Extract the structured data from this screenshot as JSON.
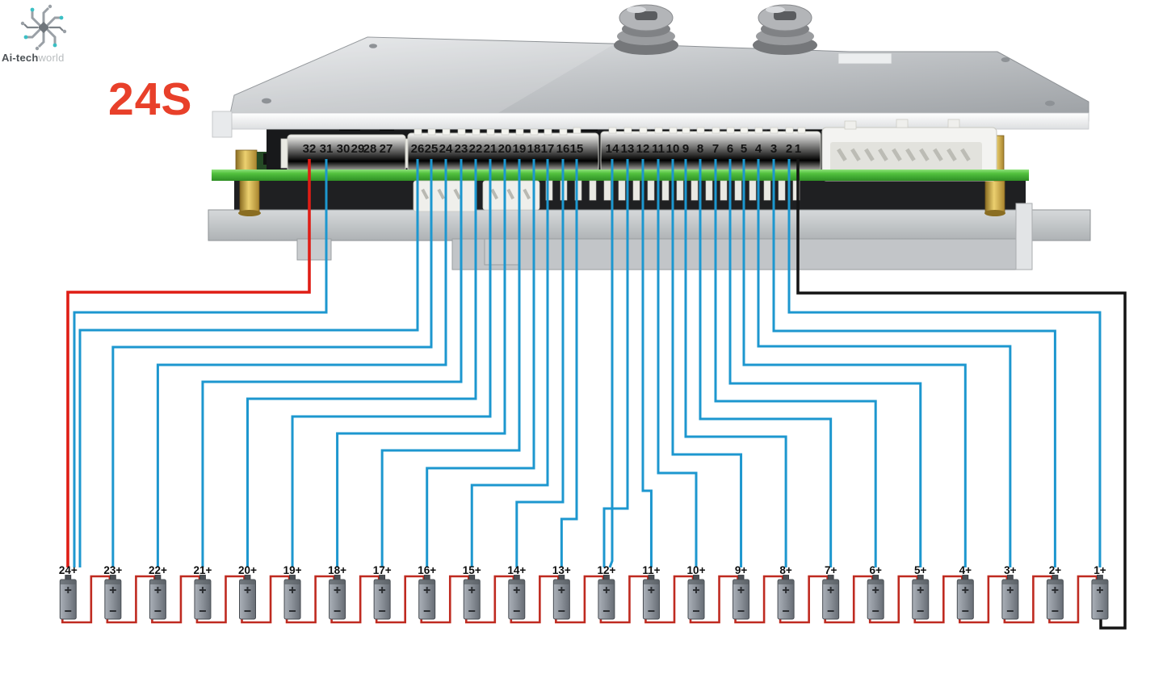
{
  "brand": {
    "name_bold": "Ai-tech",
    "name_light": "world"
  },
  "pack_label": "24S",
  "wire_colors": {
    "sense": "#1d97cf",
    "positive": "#df1d15",
    "series": "#bf2a20",
    "negative": "#141414"
  },
  "board": {
    "pin_groups": [
      {
        "name": "group-32-27",
        "labels": [
          "32",
          "31",
          "30",
          "29",
          "28",
          "27"
        ]
      },
      {
        "name": "group-26-15",
        "labels": [
          "26",
          "25",
          "24",
          "23",
          "22",
          "21",
          "20",
          "19",
          "18",
          "17",
          "16",
          "15"
        ]
      },
      {
        "name": "group-14-1",
        "labels": [
          "14",
          "13",
          "12",
          "11",
          "10",
          "9",
          "8",
          "7",
          "6",
          "5",
          "4",
          "3",
          "2",
          "1"
        ]
      }
    ]
  },
  "batteries": {
    "labels": [
      "24+",
      "23+",
      "22+",
      "21+",
      "20+",
      "19+",
      "18+",
      "17+",
      "16+",
      "15+",
      "14+",
      "13+",
      "12+",
      "11+",
      "10+",
      "9+",
      "8+",
      "7+",
      "6+",
      "5+",
      "4+",
      "3+",
      "2+",
      "1+"
    ],
    "plus_mark": "+",
    "minus_mark": "-"
  },
  "connections": [
    {
      "pin": "32",
      "to": "24+",
      "color": "positive"
    },
    {
      "pin": "31",
      "to": "24+",
      "color": "sense"
    },
    {
      "pin": "26",
      "to": "24+",
      "color": "sense"
    },
    {
      "pin": "25",
      "to": "23+",
      "color": "sense"
    },
    {
      "pin": "24",
      "to": "22+",
      "color": "sense"
    },
    {
      "pin": "23",
      "to": "21+",
      "color": "sense"
    },
    {
      "pin": "22",
      "to": "20+",
      "color": "sense"
    },
    {
      "pin": "21",
      "to": "19+",
      "color": "sense"
    },
    {
      "pin": "20",
      "to": "18+",
      "color": "sense"
    },
    {
      "pin": "19",
      "to": "17+",
      "color": "sense"
    },
    {
      "pin": "18",
      "to": "16+",
      "color": "sense"
    },
    {
      "pin": "17",
      "to": "15+",
      "color": "sense"
    },
    {
      "pin": "16",
      "to": "14+",
      "color": "sense"
    },
    {
      "pin": "15",
      "to": "13+",
      "color": "sense"
    },
    {
      "pin": "14",
      "to": "12+",
      "color": "sense"
    },
    {
      "pin": "13",
      "to": "12+",
      "color": "sense"
    },
    {
      "pin": "12",
      "to": "11+",
      "color": "sense"
    },
    {
      "pin": "11",
      "to": "10+",
      "color": "sense"
    },
    {
      "pin": "10",
      "to": "9+",
      "color": "sense"
    },
    {
      "pin": "9",
      "to": "8+",
      "color": "sense"
    },
    {
      "pin": "8",
      "to": "7+",
      "color": "sense"
    },
    {
      "pin": "7",
      "to": "6+",
      "color": "sense"
    },
    {
      "pin": "6",
      "to": "5+",
      "color": "sense"
    },
    {
      "pin": "5",
      "to": "4+",
      "color": "sense"
    },
    {
      "pin": "4",
      "to": "3+",
      "color": "sense"
    },
    {
      "pin": "3",
      "to": "2+",
      "color": "sense"
    },
    {
      "pin": "2",
      "to": "1+",
      "color": "sense"
    },
    {
      "pin": "1",
      "to": "pack-negative",
      "color": "negative"
    }
  ]
}
